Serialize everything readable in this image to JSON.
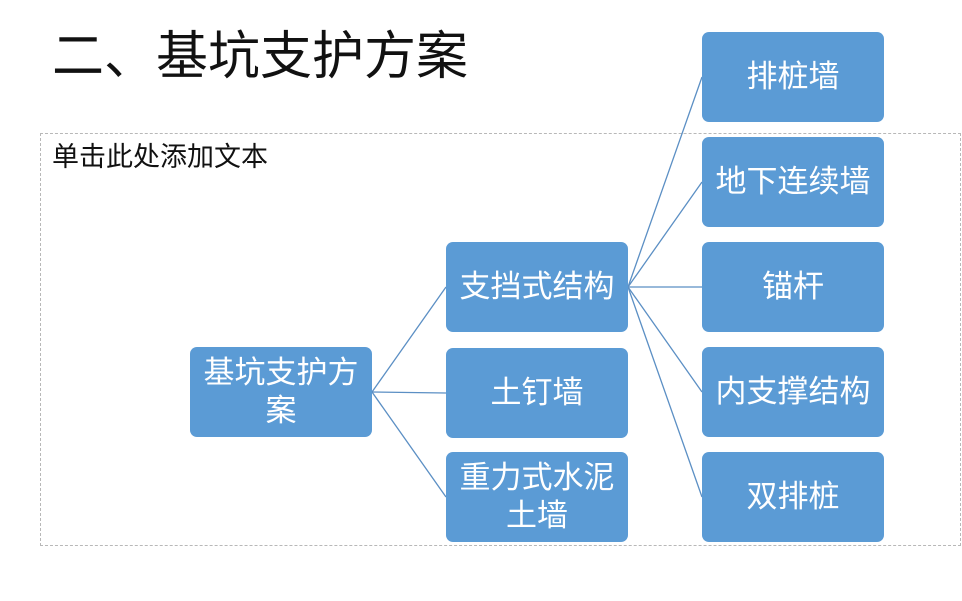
{
  "title": "二、基坑支护方案",
  "placeholder": "单击此处添加文本",
  "colors": {
    "node_fill": "#5b9bd5",
    "node_text": "#ffffff",
    "connector": "#5b8fc4"
  },
  "diagram": {
    "root": "基坑支护方案",
    "level1": [
      "支挡式结构",
      "土钉墙",
      "重力式水泥土墙"
    ],
    "level2": [
      "排桩墙",
      "地下连续墙",
      "锚杆",
      "内支撑结构",
      "双排桩"
    ]
  }
}
